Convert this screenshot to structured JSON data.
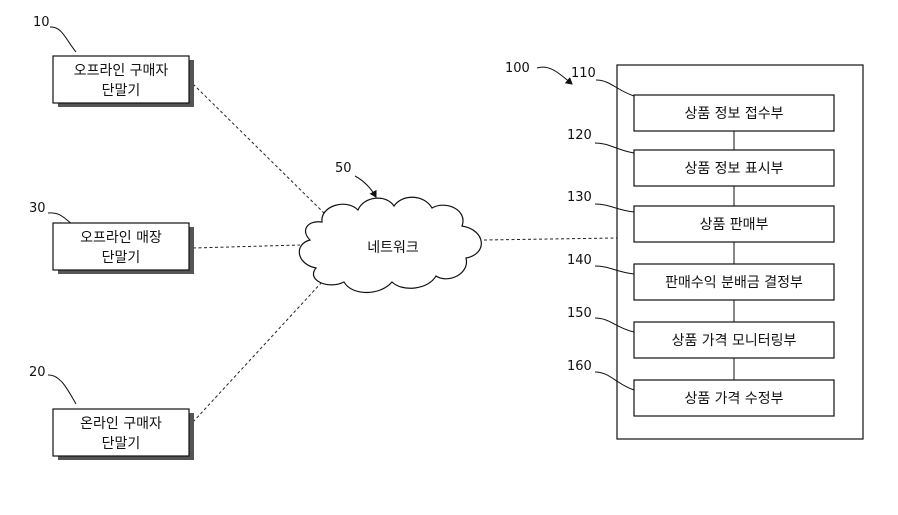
{
  "terminals": [
    {
      "ref": "10",
      "lines": [
        "오프라인 구매자",
        "단말기"
      ]
    },
    {
      "ref": "30",
      "lines": [
        "오프라인 매장",
        "단말기"
      ]
    },
    {
      "ref": "20",
      "lines": [
        "온라인 구매자",
        "단말기"
      ]
    }
  ],
  "network": {
    "ref": "50",
    "label": "네트워크"
  },
  "server": {
    "ref": "100",
    "units": [
      {
        "ref": "110",
        "label": "상품 정보 접수부"
      },
      {
        "ref": "120",
        "label": "상품 정보 표시부"
      },
      {
        "ref": "130",
        "label": "상품 판매부"
      },
      {
        "ref": "140",
        "label": "판매수익 분배금 결정부"
      },
      {
        "ref": "150",
        "label": "상품 가격 모니터링부"
      },
      {
        "ref": "160",
        "label": "상품 가격 수정부"
      }
    ]
  }
}
